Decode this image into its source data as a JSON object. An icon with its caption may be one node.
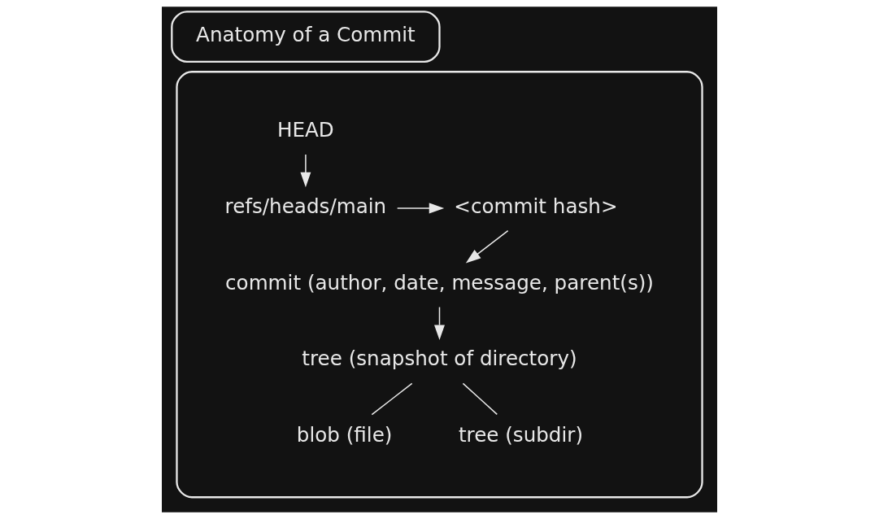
{
  "diagram": {
    "nodes": [
      {
        "text": [
          "Anatomy of a Commit"
        ]
      },
      {
        "text": [],
        "shape": "box"
      },
      {
        "text": [
          "HEAD"
        ],
        "in": 1
      },
      {
        "text": [
          "refs/heads/main"
        ],
        "in": 1
      },
      {
        "text": [
          "<commit hash>"
        ],
        "in": 1
      },
      {
        "text": [
          "commit (author, date, message, parent(s))"
        ],
        "in": 1
      },
      {
        "text": [
          "tree (snapshot of directory)"
        ],
        "in": 1
      },
      {
        "text": [
          "blob (file)"
        ],
        "in": 1
      },
      {
        "text": [
          "tree (subdir)"
        ],
        "in": 1
      }
    ],
    "edges": [
      {
        "from": 2,
        "to": 3,
        "arrow": "to"
      },
      {
        "from": 3,
        "to": 4,
        "arrow": "to"
      },
      {
        "from": 4,
        "to": 5,
        "arrow": "to"
      },
      {
        "from": 5,
        "to": 6,
        "arrow": "to"
      },
      {
        "from": 6,
        "to": 7,
        "arrow": "none"
      },
      {
        "from": 6,
        "to": 8,
        "arrow": "none"
      }
    ]
  }
}
